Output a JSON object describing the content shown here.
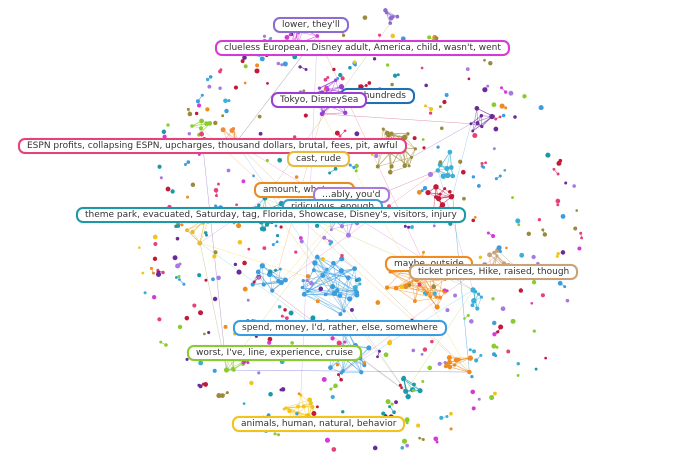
{
  "topics": [
    {
      "id": "t1",
      "label": "lower, they'll",
      "color": "#8e6bd1"
    },
    {
      "id": "t2",
      "label": "clueless European, Disney adult, America, child, wasn't, went",
      "color": "#d63ad6"
    },
    {
      "id": "t3",
      "label": "Tokyo, DisneySea",
      "color": "#9b3fd4"
    },
    {
      "id": "t4",
      "label": "…, hundreds",
      "color": "#1f6fb5"
    },
    {
      "id": "t5",
      "label": "ESPN profits, collapsing ESPN, upcharges, thousand dollars, brutal, fees, pit, awful",
      "color": "#e8407a"
    },
    {
      "id": "t6",
      "label": "cast, rude",
      "color": "#e8b93a"
    },
    {
      "id": "t7",
      "label": "amount, whatever",
      "color": "#e88c1f"
    },
    {
      "id": "t8",
      "label": "…ably, you'd",
      "color": "#a87ae0"
    },
    {
      "id": "t9",
      "label": "ridiculous, enough",
      "color": "#3aa0d6"
    },
    {
      "id": "t10",
      "label": "theme park, evacuated, Saturday, tag, Florida, Showcase, Disney's, visitors, injury",
      "color": "#1a9aa8"
    },
    {
      "id": "t11",
      "label": "maybe, outside",
      "color": "#f08b1d"
    },
    {
      "id": "t12",
      "label": "ticket prices, Hike, raised, though",
      "color": "#c9a277"
    },
    {
      "id": "t13",
      "label": "spend, money, I'd, rather, else, somewhere",
      "color": "#3b9de0"
    },
    {
      "id": "t14",
      "label": "worst, I've, line, experience, cruise",
      "color": "#8acb2e"
    },
    {
      "id": "t15",
      "label": "animals, human, natural, behavior",
      "color": "#f2c418"
    }
  ]
}
